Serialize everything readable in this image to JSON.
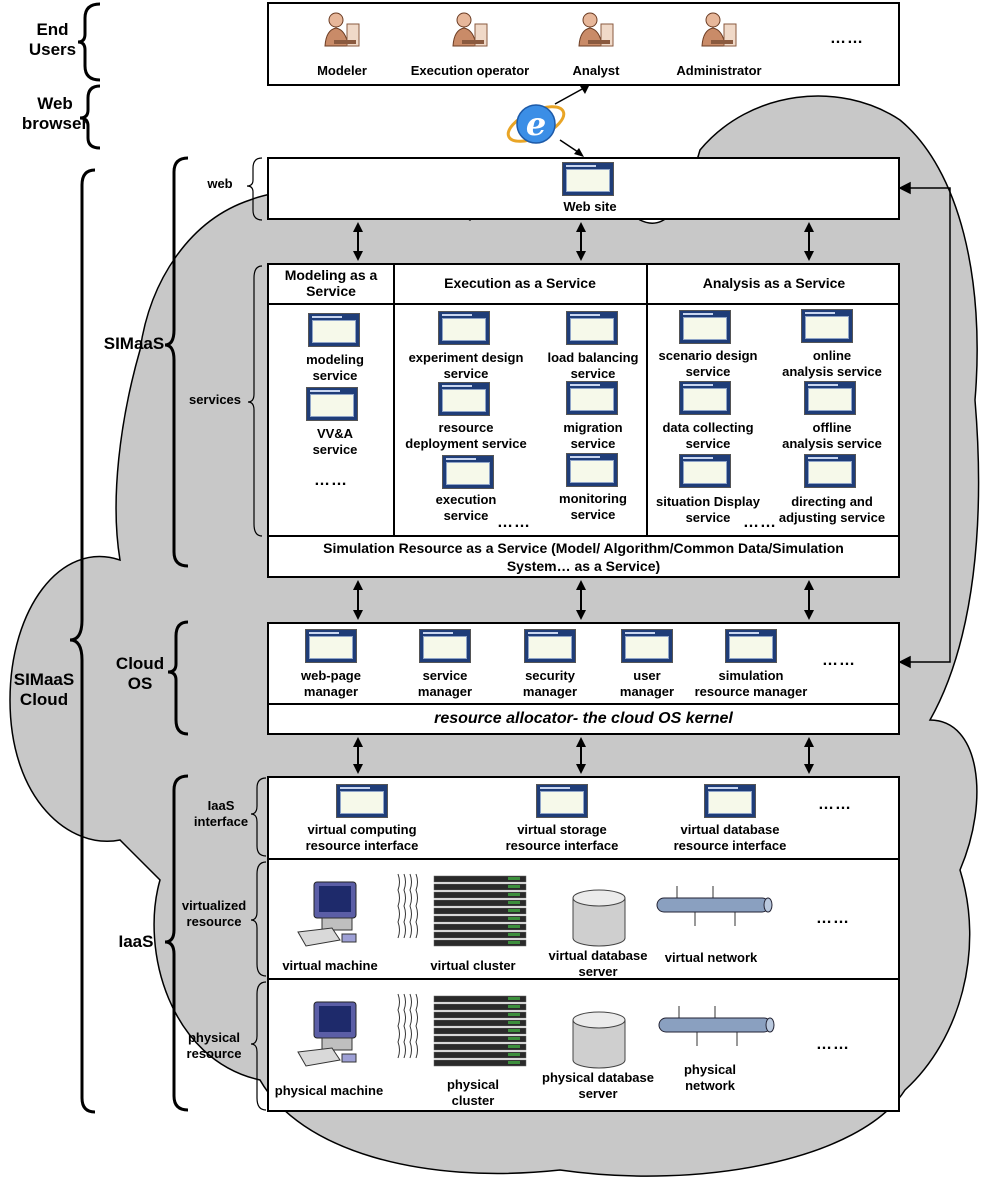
{
  "left_labels": {
    "end_users": "End\nUsers",
    "web_browser": "Web\nbrowser",
    "simaas_cloud": "SIMaaS\nCloud",
    "simaas": "SIMaaS",
    "cloud_os": "Cloud\nOS",
    "iaas": "IaaS",
    "web": "web",
    "services": "services",
    "iaas_interface": "IaaS\ninterface",
    "virtualized_resource": "virtualized\nresource",
    "physical_resource": "physical\nresource"
  },
  "end_users": {
    "roles": [
      "Modeler",
      "Execution operator",
      "Analyst",
      "Administrator"
    ],
    "more": "……"
  },
  "web_layer": {
    "site": "Web site"
  },
  "services": {
    "headers": [
      "Modeling as a\nService",
      "Execution as a Service",
      "Analysis as a Service"
    ],
    "modeling": [
      "modeling\nservice",
      "VV&A\nservice"
    ],
    "modeling_more": "……",
    "execution": [
      "experiment design\nservice",
      "load balancing\nservice",
      "resource\ndeployment service",
      "migration\nservice",
      "execution\nservice",
      "monitoring\nservice"
    ],
    "execution_more": "……",
    "analysis": [
      "scenario design\nservice",
      "online\nanalysis service",
      "data collecting\nservice",
      "offline\nanalysis service",
      "situation Display\nservice",
      "directing and\nadjusting service"
    ],
    "analysis_more": "……",
    "resource_bar": "Simulation Resource as a Service (Model/ Algorithm/Common Data/Simulation\nSystem… as a Service)"
  },
  "cloud_os": {
    "managers": [
      "web-page\nmanager",
      "service\nmanager",
      "security\nmanager",
      "user\nmanager",
      "simulation\nresource manager"
    ],
    "more": "……",
    "kernel": "resource allocator- the cloud OS kernel"
  },
  "iaas": {
    "interfaces": [
      "virtual  computing\nresource interface",
      "virtual storage\nresource interface",
      "virtual database\nresource interface"
    ],
    "interfaces_more": "……",
    "virtualized": [
      "virtual machine",
      "virtual cluster",
      "virtual database\nserver",
      "virtual network"
    ],
    "virtualized_more": "……",
    "physical": [
      "physical machine",
      "physical\ncluster",
      "physical database\nserver",
      "physical\nnetwork"
    ],
    "physical_more": "……"
  }
}
